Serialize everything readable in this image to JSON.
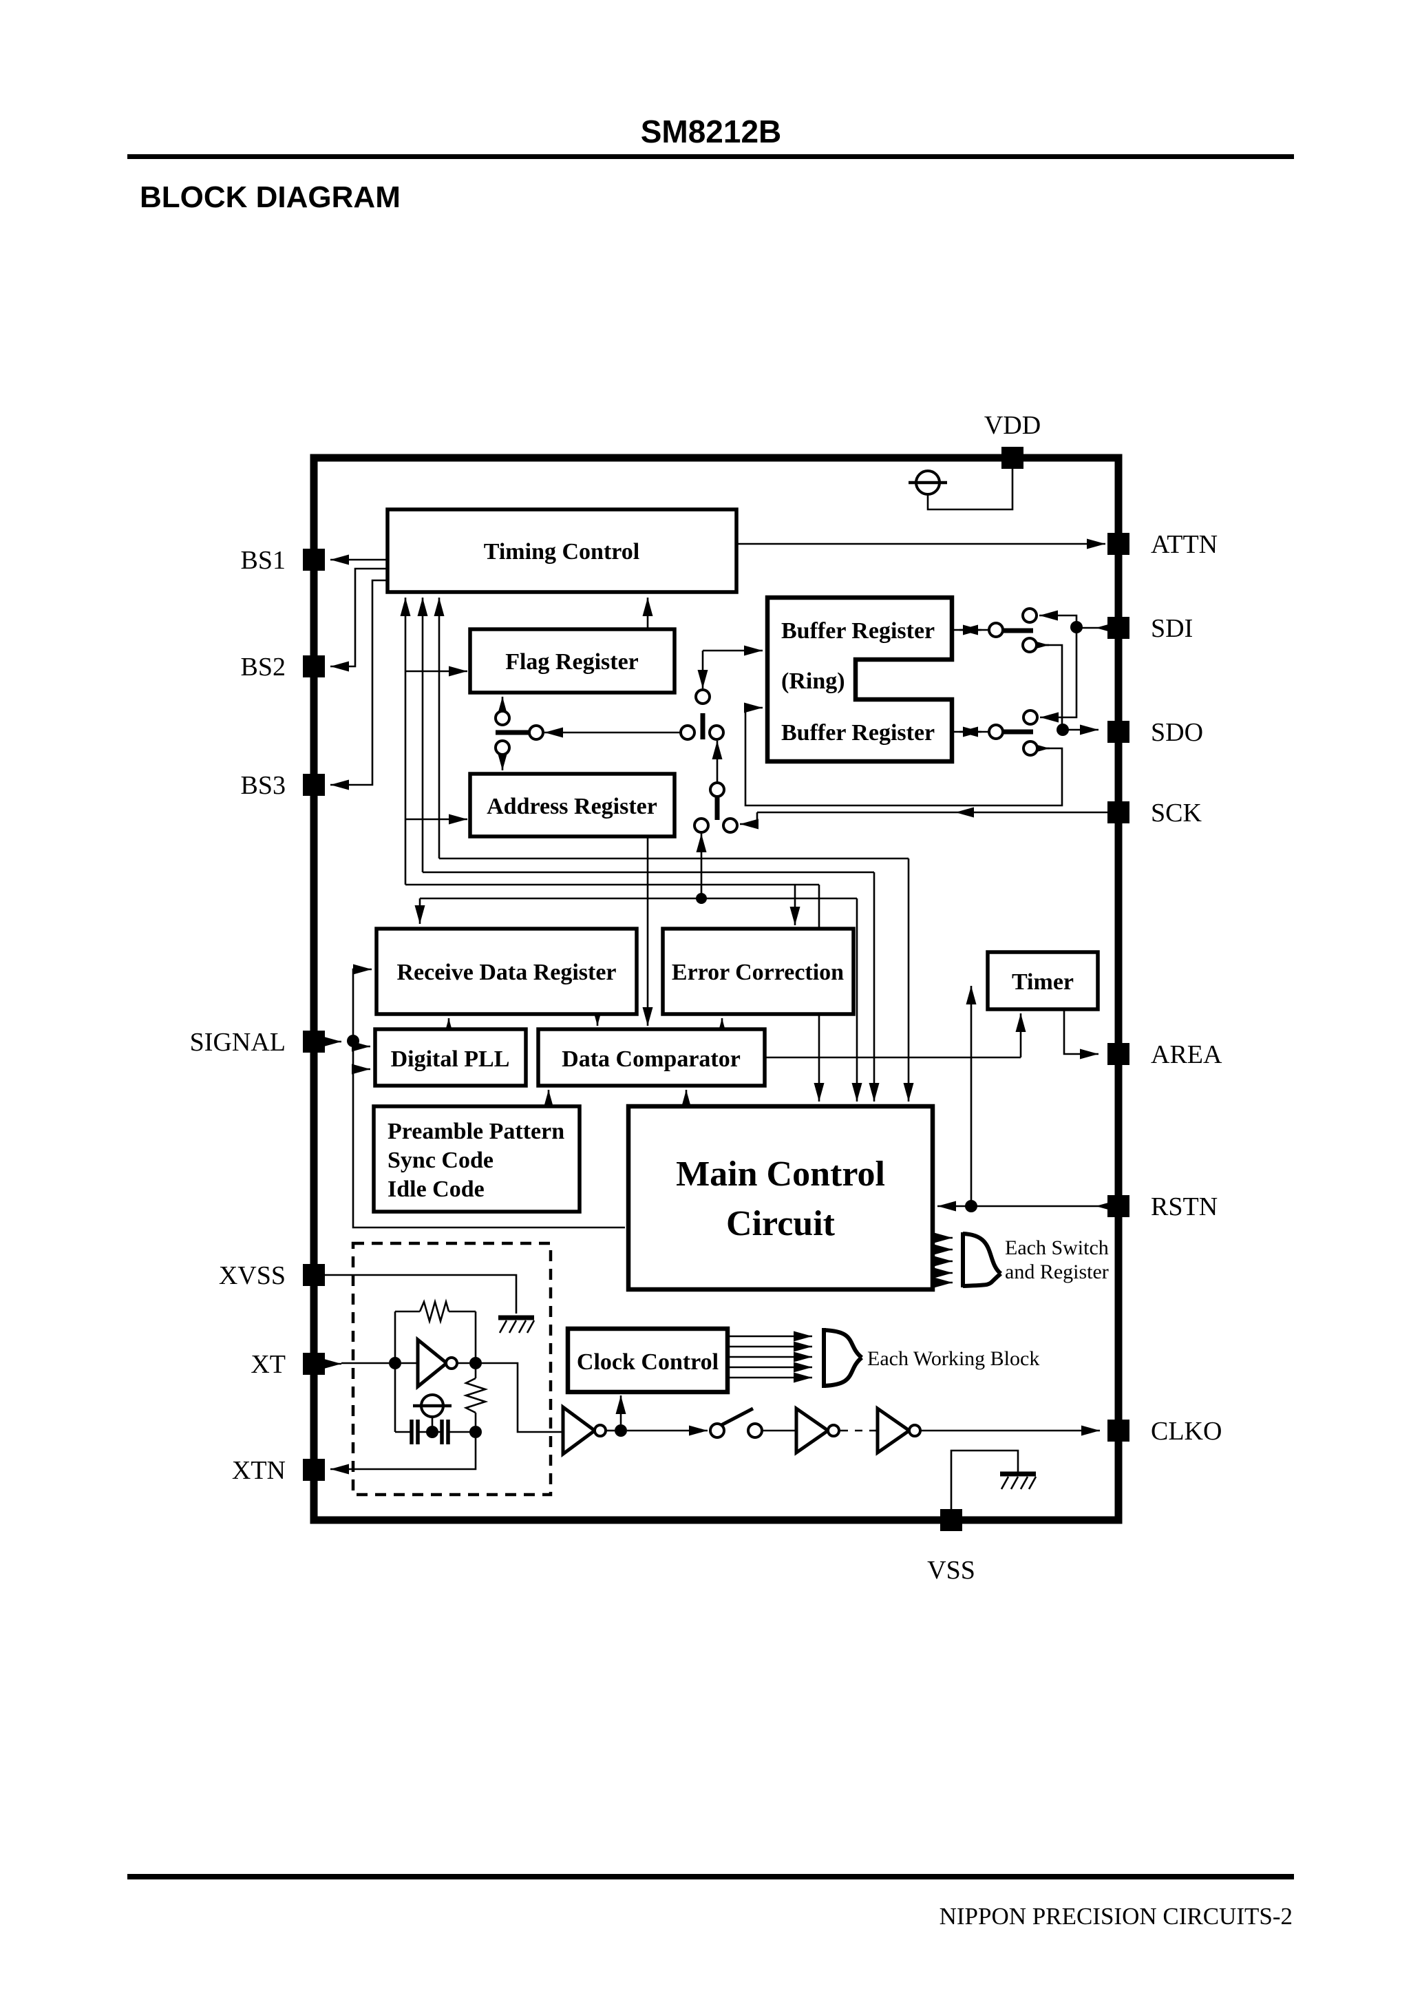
{
  "page": {
    "title": "SM8212B",
    "heading": "BLOCK DIAGRAM",
    "footer": "NIPPON PRECISION CIRCUITS-2"
  },
  "pins": {
    "left": [
      "BS1",
      "BS2",
      "BS3",
      "SIGNAL",
      "XVSS",
      "XT",
      "XTN"
    ],
    "right": [
      "ATTN",
      "SDI",
      "SDO",
      "SCK",
      "AREA",
      "RSTN",
      "CLKO"
    ],
    "top": [
      "VDD"
    ],
    "bottom": [
      "VSS"
    ]
  },
  "blocks": {
    "timing_control": "Timing Control",
    "flag_register": "Flag Register",
    "buffer_register_top": "Buffer Register",
    "buffer_ring": "(Ring)",
    "buffer_register_bottom": "Buffer Register",
    "address_register": "Address Register",
    "receive_data_register": "Receive Data Register",
    "error_correction": "Error Correction",
    "timer": "Timer",
    "digital_pll": "Digital PLL",
    "data_comparator": "Data Comparator",
    "preamble_line1": "Preamble Pattern",
    "preamble_line2": "Sync Code",
    "preamble_line3": "Idle Code",
    "main_control_line1": "Main Control",
    "main_control_line2": "Circuit",
    "clock_control": "Clock Control"
  },
  "annotations": {
    "each_switch_line1": "Each Switch",
    "each_switch_line2": "and Register",
    "each_working_block": "Each Working Block"
  },
  "colors": {
    "ink": "#000000",
    "paper": "#ffffff"
  }
}
